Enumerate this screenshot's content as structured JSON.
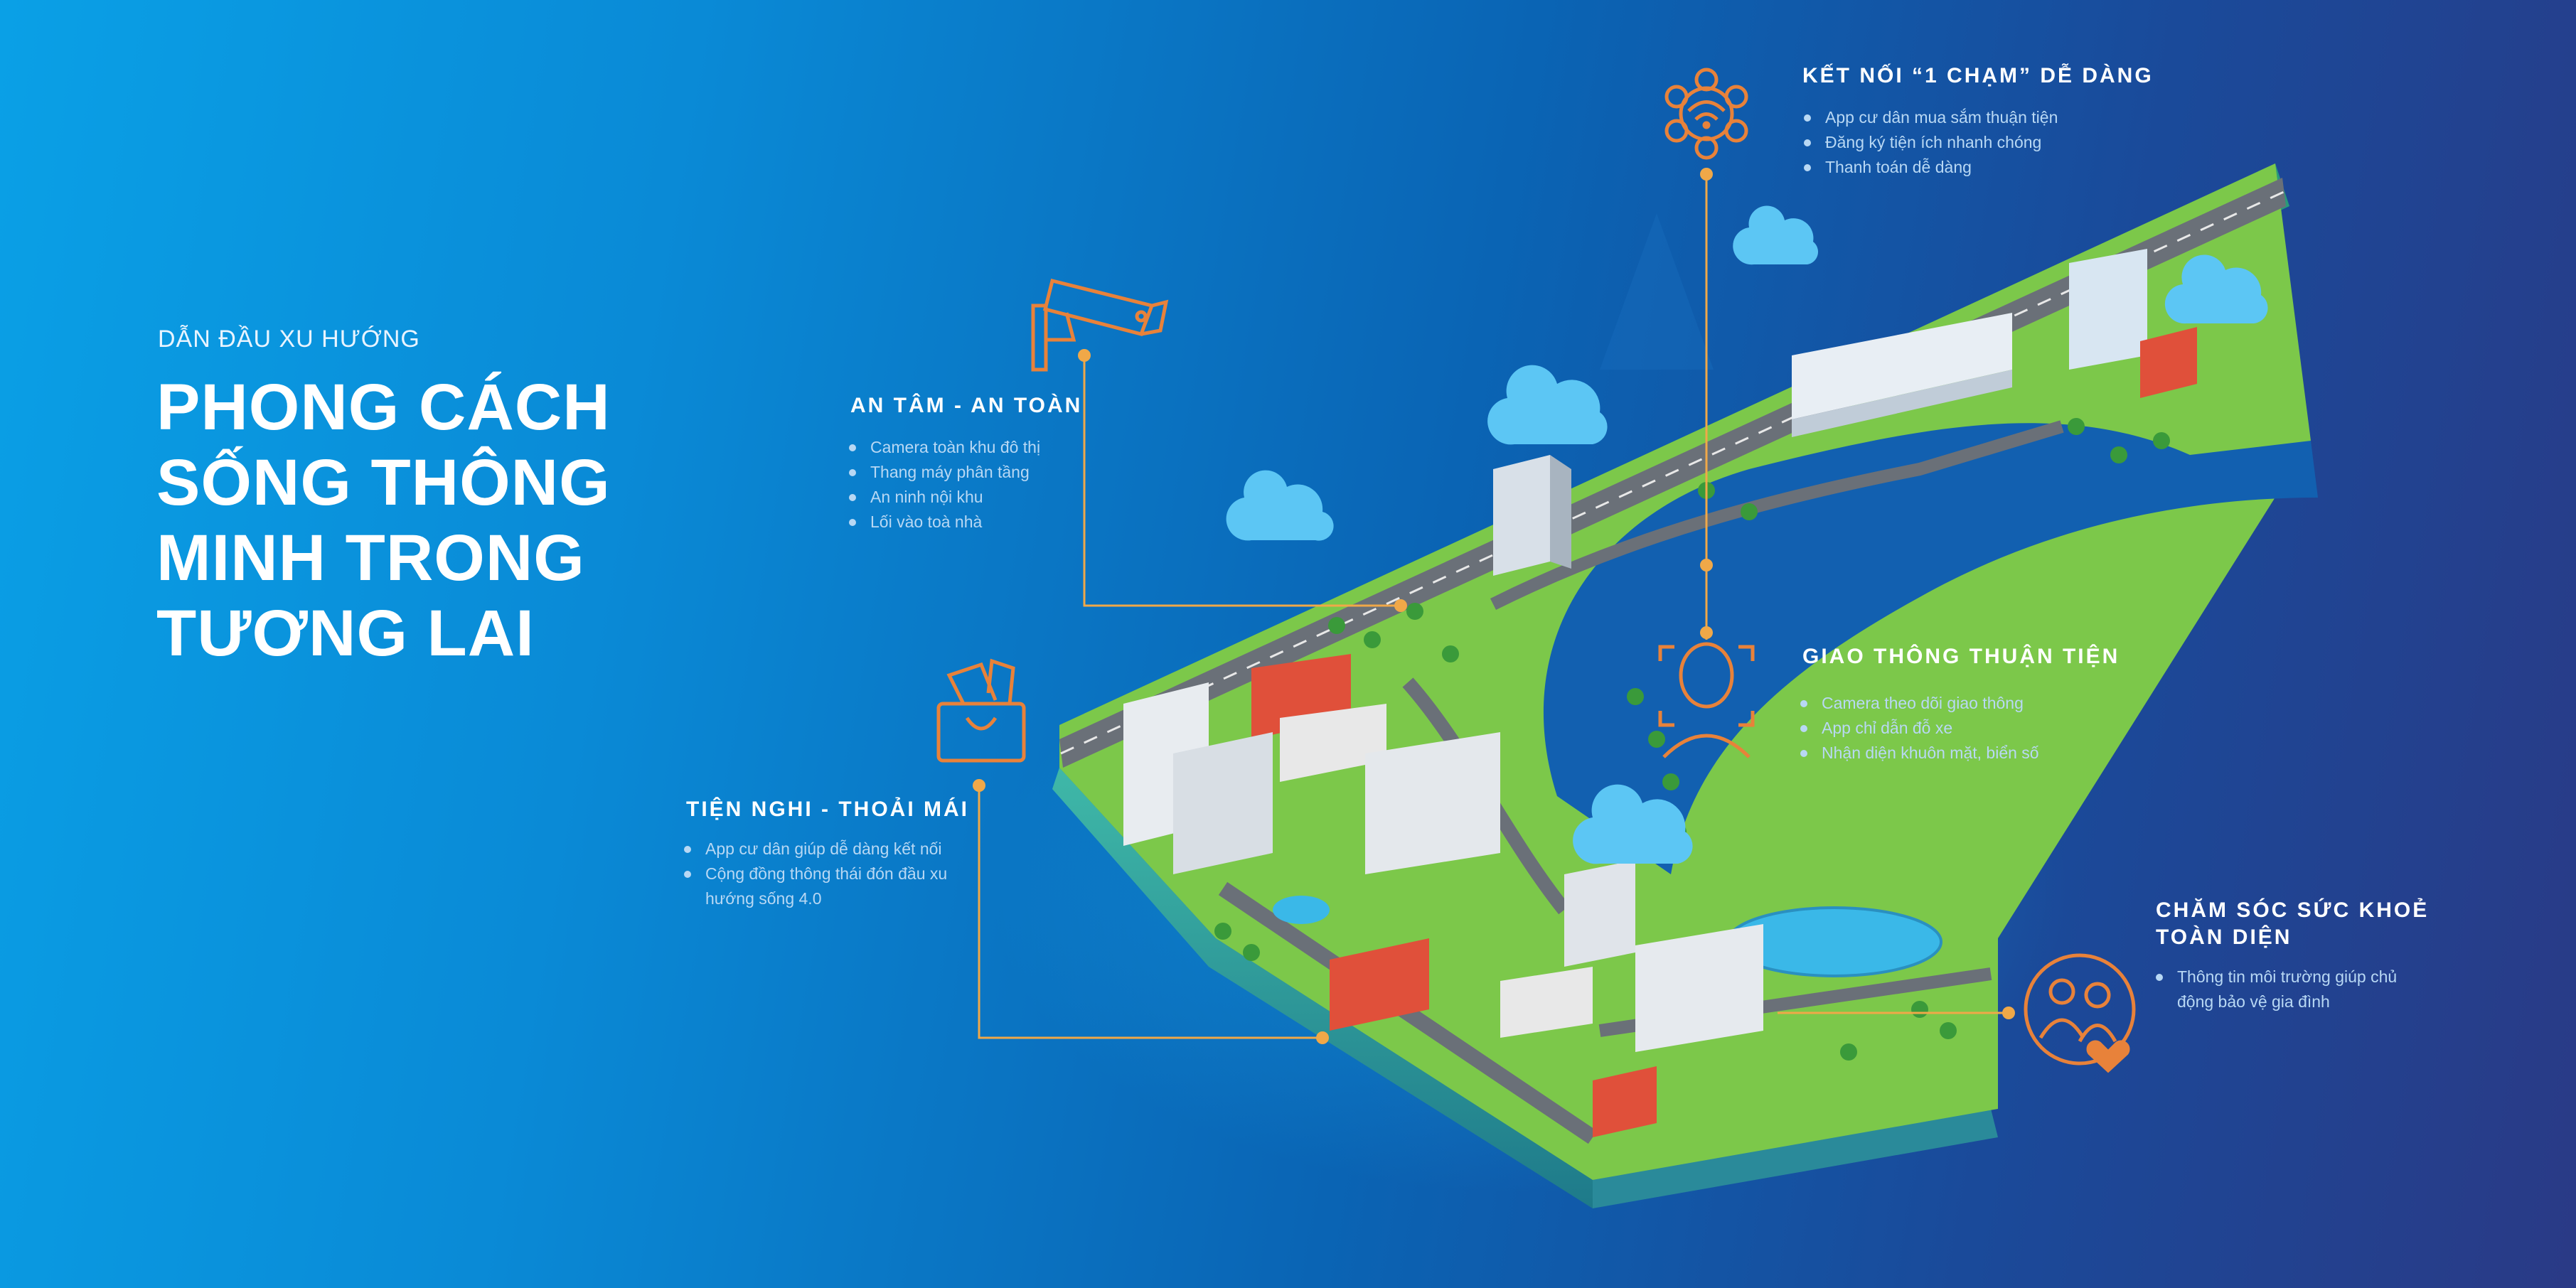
{
  "headline": {
    "kicker": "DẪN ĐẦU XU HƯỚNG",
    "title_lines": [
      "PHONG CÁCH",
      "SỐNG THÔNG",
      "MINH TRONG",
      "TƯƠNG LAI"
    ]
  },
  "features": {
    "connect": {
      "title": "KẾT NỐI “1 CHẠM” DỄ DÀNG",
      "items": [
        "App cư dân mua sắm thuận tiện",
        "Đăng ký tiện ích nhanh chóng",
        "Thanh toán dễ dàng"
      ],
      "icon": "network-icon"
    },
    "safety": {
      "title": "AN TÂM - AN TOÀN",
      "items": [
        "Camera toàn khu đô thị",
        "Thang máy phân tầng",
        "An ninh nội khu",
        "Lối vào toà nhà"
      ],
      "icon": "security-camera-icon"
    },
    "traffic": {
      "title": "GIAO THÔNG THUẬN TIỆN",
      "items": [
        "Camera theo dõi giao thông",
        "App chỉ dẫn đỗ xe",
        "Nhận diện khuôn mặt, biển số"
      ],
      "icon": "face-recognition-icon"
    },
    "comfort": {
      "title": "TIỆN NGHI - THOẢI MÁI",
      "items": [
        "App cư dân giúp dễ dàng kết nối",
        "Cộng đồng thông thái đón đầu xu hướng sống 4.0"
      ],
      "icon": "shopping-bag-icon"
    },
    "health": {
      "title_lines": [
        "CHĂM SÓC SỨC KHOẺ",
        "TOÀN DIỆN"
      ],
      "items": [
        "Thông tin môi trường giúp chủ động bảo vệ gia đình"
      ],
      "icon": "family-health-icon"
    }
  },
  "colors": {
    "background_left": "#0aa0e6",
    "background_right": "#2a3a86",
    "accent_orange": "#e8823a",
    "connector": "#f0a848",
    "grass": "#7cc84a",
    "water": "#3ab8e8",
    "road": "#6a7078"
  },
  "illustration": {
    "description_icon": "isometric-smart-city-illustration"
  }
}
